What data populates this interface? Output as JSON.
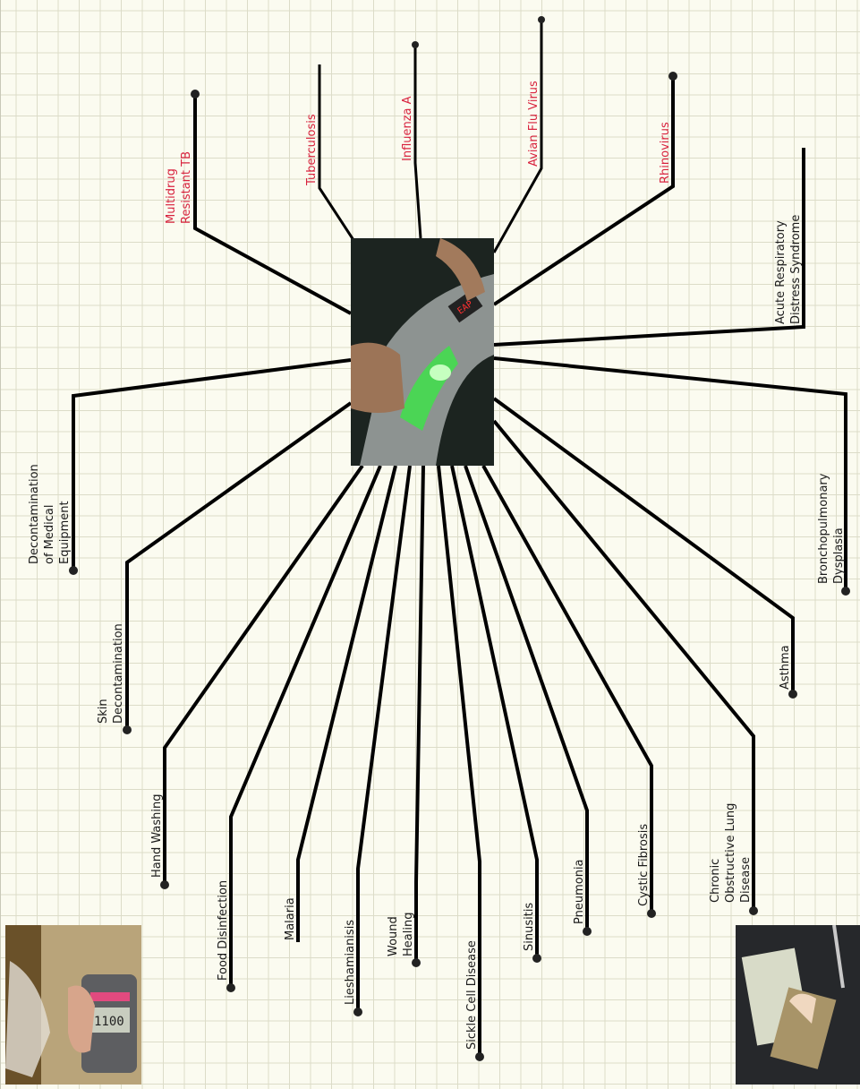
{
  "diagram": {
    "colors": {
      "line": "#000000",
      "default_label": "#1a1a1a",
      "highlight_label": "#d8233e",
      "grid": "#dcdcc8",
      "background": "#fbfbf0"
    },
    "center_photo": {
      "description_icon": "plasma-device-photo",
      "device_text": "EAP"
    },
    "photos": [
      {
        "name": "handheld-meter-photo",
        "display": "1100"
      },
      {
        "name": "device-with-banknote-photo"
      }
    ],
    "labels": {
      "multidrug": [
        "Multidrug",
        "Resistant TB"
      ],
      "tuberculosis": [
        "Tuberculosis"
      ],
      "influenza": [
        "Influenza A"
      ],
      "avian": [
        "Avian Flu Virus"
      ],
      "rhinovirus": [
        "Rhinovirus"
      ],
      "ards": [
        "Acute Respiratory",
        "Distress Syndrome"
      ],
      "bpd": [
        "Bronchopulmonary",
        "Dysplasia"
      ],
      "asthma": [
        "Asthma"
      ],
      "copd": [
        "Chronic",
        "Obstructive Lung",
        "Disease"
      ],
      "cystic": [
        "Cystic Fibrosis"
      ],
      "pneumonia": [
        "Pneumonia"
      ],
      "sinusitis": [
        "Sinusitis"
      ],
      "sickle": [
        "Sickle Cell Disease"
      ],
      "wound": [
        "Wound",
        "Healing"
      ],
      "leish": [
        "Lieshamianisis"
      ],
      "malaria": [
        "Malaria"
      ],
      "food": [
        "Food Disinfection"
      ],
      "hand": [
        "Hand Washing"
      ],
      "skin": [
        "Skin",
        "Decontamination"
      ],
      "equipment": [
        "Decontamination",
        "of Medical",
        "Equipment"
      ]
    }
  }
}
